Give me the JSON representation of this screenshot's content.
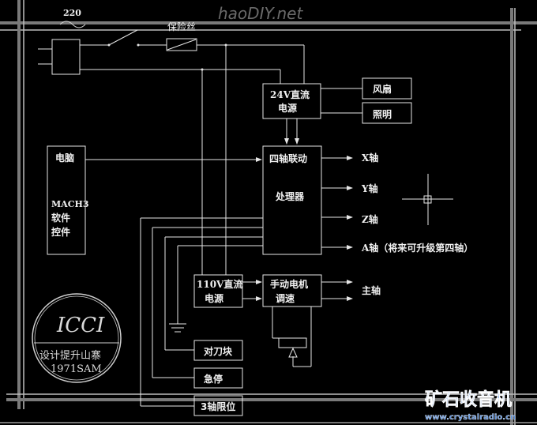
{
  "diagram": {
    "title": "CNC wiring block diagram",
    "colors": {
      "background": "#000000",
      "line": "#e6e6e6",
      "frame": "#8a8a8a",
      "watermark_blue": "#5b8fd8"
    },
    "power_input": {
      "label": "220"
    },
    "fuse": {
      "label": "保险丝"
    },
    "psu_24v": {
      "line1": "24V直流",
      "line2": "电源"
    },
    "fan": {
      "label": "风扇"
    },
    "lighting": {
      "label": "照明"
    },
    "computer": {
      "title": "电脑",
      "line1": "MACH3",
      "line2": "软件",
      "line3": "控件"
    },
    "controller": {
      "line1": "四轴联动",
      "line2": "处理器"
    },
    "axes": [
      {
        "label": "X轴"
      },
      {
        "label": "Y轴"
      },
      {
        "label": "Z轴"
      },
      {
        "label": "A轴（将来可升级第四轴）"
      }
    ],
    "psu_110v": {
      "line1": "110V直流",
      "line2": "电源"
    },
    "motor_speed": {
      "line1": "手动电机",
      "line2": "调速"
    },
    "spindle": {
      "label": "主轴"
    },
    "tool_setter": {
      "label": "对刀块"
    },
    "estop": {
      "label": "急停"
    },
    "limits": {
      "label": "3轴限位"
    },
    "logo": {
      "mark": "ICCI",
      "line1": "设计提升山寨",
      "line2": "1971SAM"
    },
    "watermarks": {
      "top": "haoDIY.net",
      "bottom_title": "矿石收音机",
      "bottom_url": "www.crystalradio.cn"
    }
  }
}
